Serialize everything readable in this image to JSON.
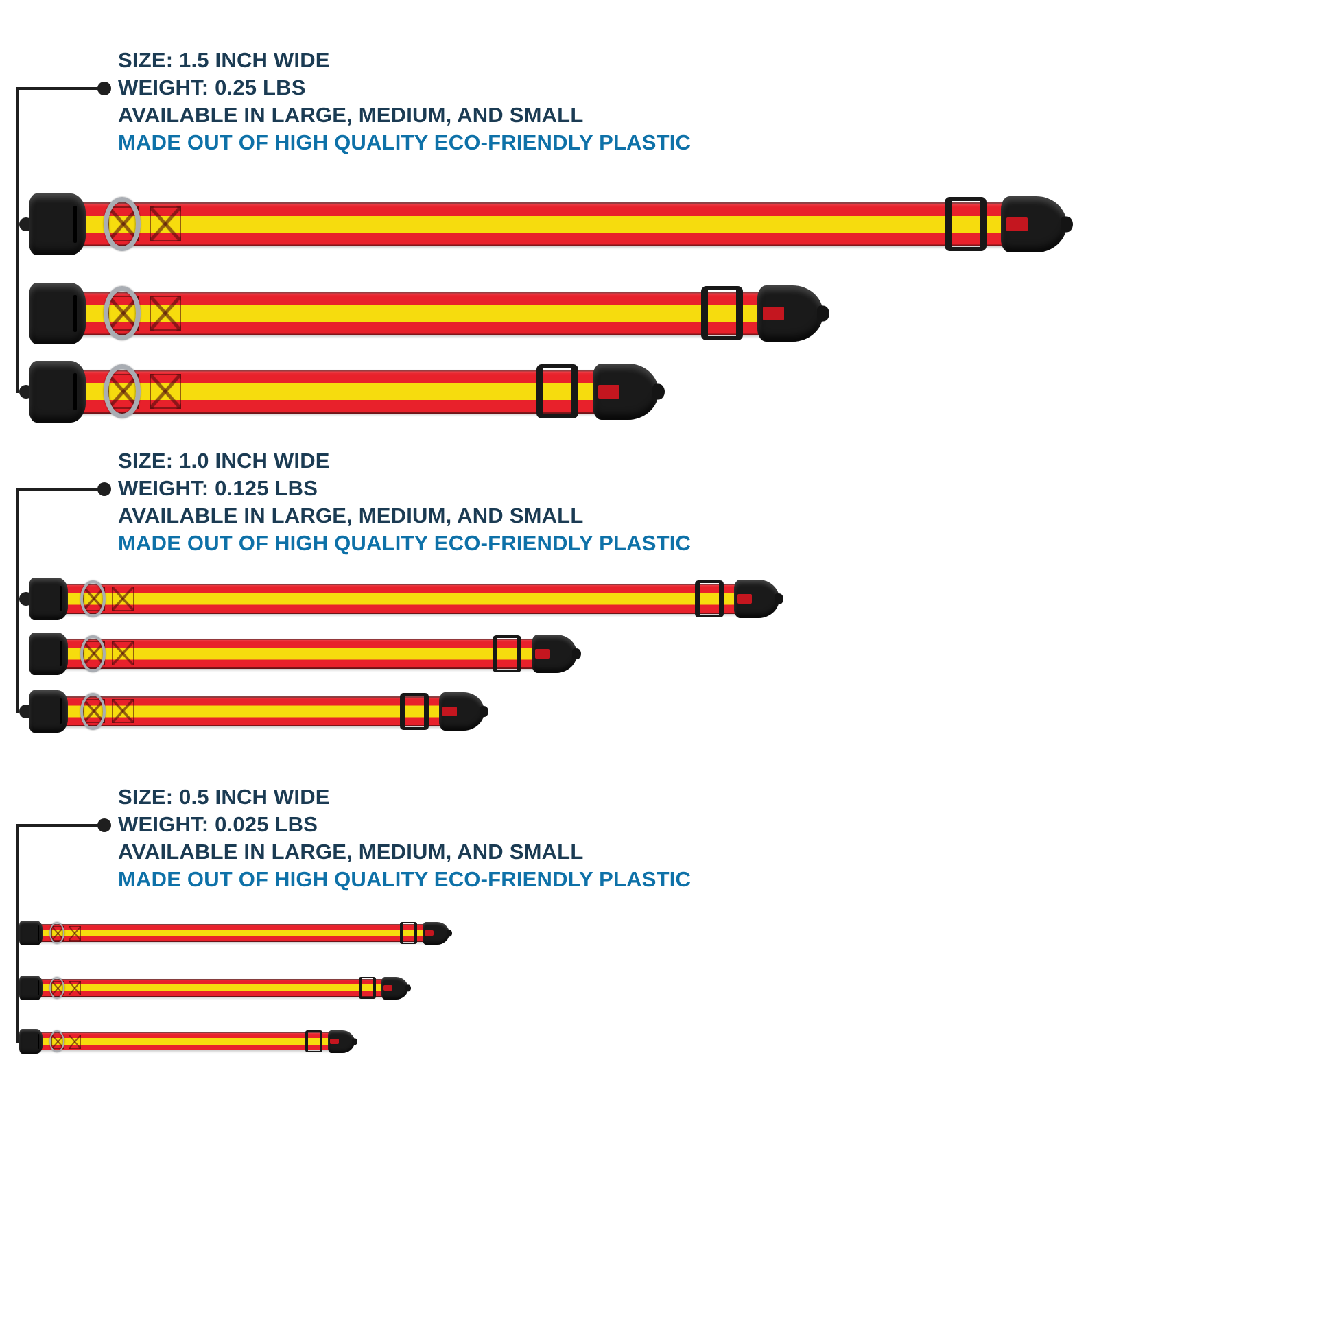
{
  "image": {
    "kind": "product-infographic",
    "subject": "striped red and yellow dog collars in three widths, each available in three lengths",
    "background": "#ffffff"
  },
  "colors": {
    "heading_dark": "#1b3b53",
    "heading_blue": "#0e71a8",
    "strap_red": "#e8212b",
    "strap_yellow": "#f6dc0e",
    "hardware_black": "#1a1a1a",
    "ring_silver": "#a9adb3",
    "connector_black": "#1f1f1f"
  },
  "sections": [
    {
      "size_label": "SIZE: 1.5 INCH WIDE",
      "weight_label": "WEIGHT: 0.25 LBS",
      "availability_label": "AVAILABLE IN LARGE, MEDIUM, AND SMALL",
      "material_label": "MADE OUT OF HIGH QUALITY ECO-FRIENDLY PLASTIC",
      "variants": [
        "Large",
        "Medium",
        "Small"
      ]
    },
    {
      "size_label": "SIZE: 1.0 INCH WIDE",
      "weight_label": "WEIGHT: 0.125 LBS",
      "availability_label": "AVAILABLE IN LARGE, MEDIUM, AND SMALL",
      "material_label": "MADE OUT OF HIGH QUALITY ECO-FRIENDLY PLASTIC",
      "variants": [
        "Large",
        "Medium",
        "Small"
      ]
    },
    {
      "size_label": "SIZE: 0.5 INCH WIDE",
      "weight_label": "WEIGHT: 0.025 LBS",
      "availability_label": "AVAILABLE IN LARGE, MEDIUM, AND SMALL",
      "material_label": "MADE OUT OF HIGH QUALITY ECO-FRIENDLY PLASTIC",
      "variants": [
        "Large",
        "Medium",
        "Small"
      ]
    }
  ]
}
